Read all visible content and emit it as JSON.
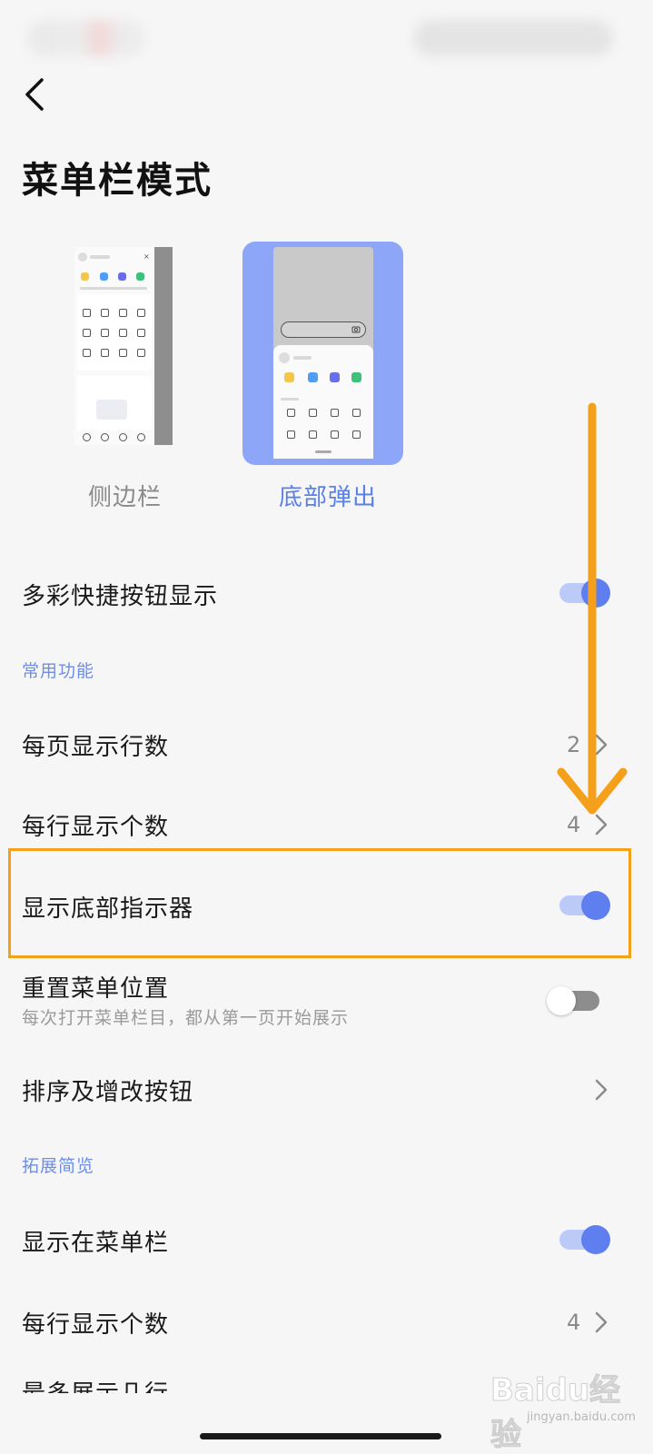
{
  "page": {
    "title": "菜单栏模式"
  },
  "modes": [
    {
      "label": "侧边栏",
      "selected": false
    },
    {
      "label": "底部弹出",
      "selected": true
    }
  ],
  "settings": {
    "colorful_buttons": {
      "label": "多彩快捷按钮显示",
      "on": true
    },
    "section_common": "常用功能",
    "rows_per_page": {
      "label": "每页显示行数",
      "value": "2"
    },
    "items_per_row": {
      "label": "每行显示个数",
      "value": "4"
    },
    "bottom_indicator": {
      "label": "显示底部指示器",
      "on": true
    },
    "reset_menu": {
      "label": "重置菜单位置",
      "sub": "每次打开菜单栏目，都从第一页开始展示",
      "on": false
    },
    "sort_buttons": {
      "label": "排序及增改按钮"
    },
    "section_expand": "拓展简览",
    "show_in_menu": {
      "label": "显示在菜单栏",
      "on": true
    },
    "items_per_row_2": {
      "label": "每行显示个数",
      "value": "4"
    },
    "cut_row": {
      "label": "最多展示几行"
    }
  },
  "watermark": {
    "main": "Baidu经验",
    "sub": "jingyan.baidu.com"
  },
  "colors": {
    "accent": "#5f7ff0",
    "highlight": "#f4a019",
    "preview_bg": "#8ea6f7"
  }
}
